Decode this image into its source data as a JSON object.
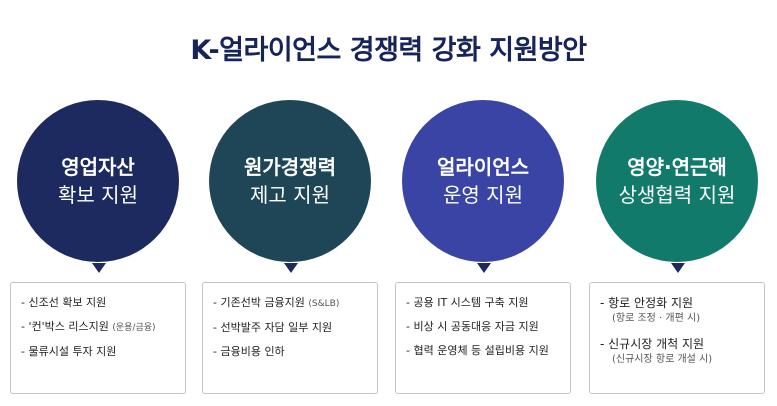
{
  "title": "K-얼라이언스 경쟁력 강화 지원방안",
  "colors": {
    "title": "#16245a",
    "c1": "#1c2a60",
    "c2": "#1e4656",
    "c3": "#3a44a4",
    "c4": "#127a6a",
    "arrow": "#1c2a60",
    "border": "#c4c4c4"
  },
  "columns": [
    {
      "line1": "영업자산",
      "line2": "확보 지원",
      "items": [
        {
          "text": "- 신조선 확보 지원",
          "sub": ""
        },
        {
          "text": "- '컨'박스 리스지원",
          "sub": "(운용/금융)"
        },
        {
          "text": "- 물류시설 투자 지원",
          "sub": ""
        }
      ]
    },
    {
      "line1": "원가경쟁력",
      "line2": "제고 지원",
      "items": [
        {
          "text": "- 기존선박 금융지원",
          "sub": "(S&LB)"
        },
        {
          "text": "- 선박발주 자담 일부 지원",
          "sub": ""
        },
        {
          "text": "- 금융비용 인하",
          "sub": ""
        }
      ]
    },
    {
      "line1": "얼라이언스",
      "line2": "운영 지원",
      "items": [
        {
          "text": "- 공용 IT 시스템 구축 지원",
          "sub": ""
        },
        {
          "text": "- 비상 시 공동대응 자금 지원",
          "sub": ""
        },
        {
          "text": "- 협력 운영체 등 설립비용 지원",
          "sub": ""
        }
      ]
    },
    {
      "line1": "영양·연근해",
      "line2": "상생협력 지원",
      "items": [
        {
          "text": "- 항로 안정화 지원",
          "note": "(항로 조정 · 개편 시)"
        },
        {
          "text": "- 신규시장 개척 지원",
          "note": "(신규시장 항로 개설 시)"
        }
      ]
    }
  ]
}
